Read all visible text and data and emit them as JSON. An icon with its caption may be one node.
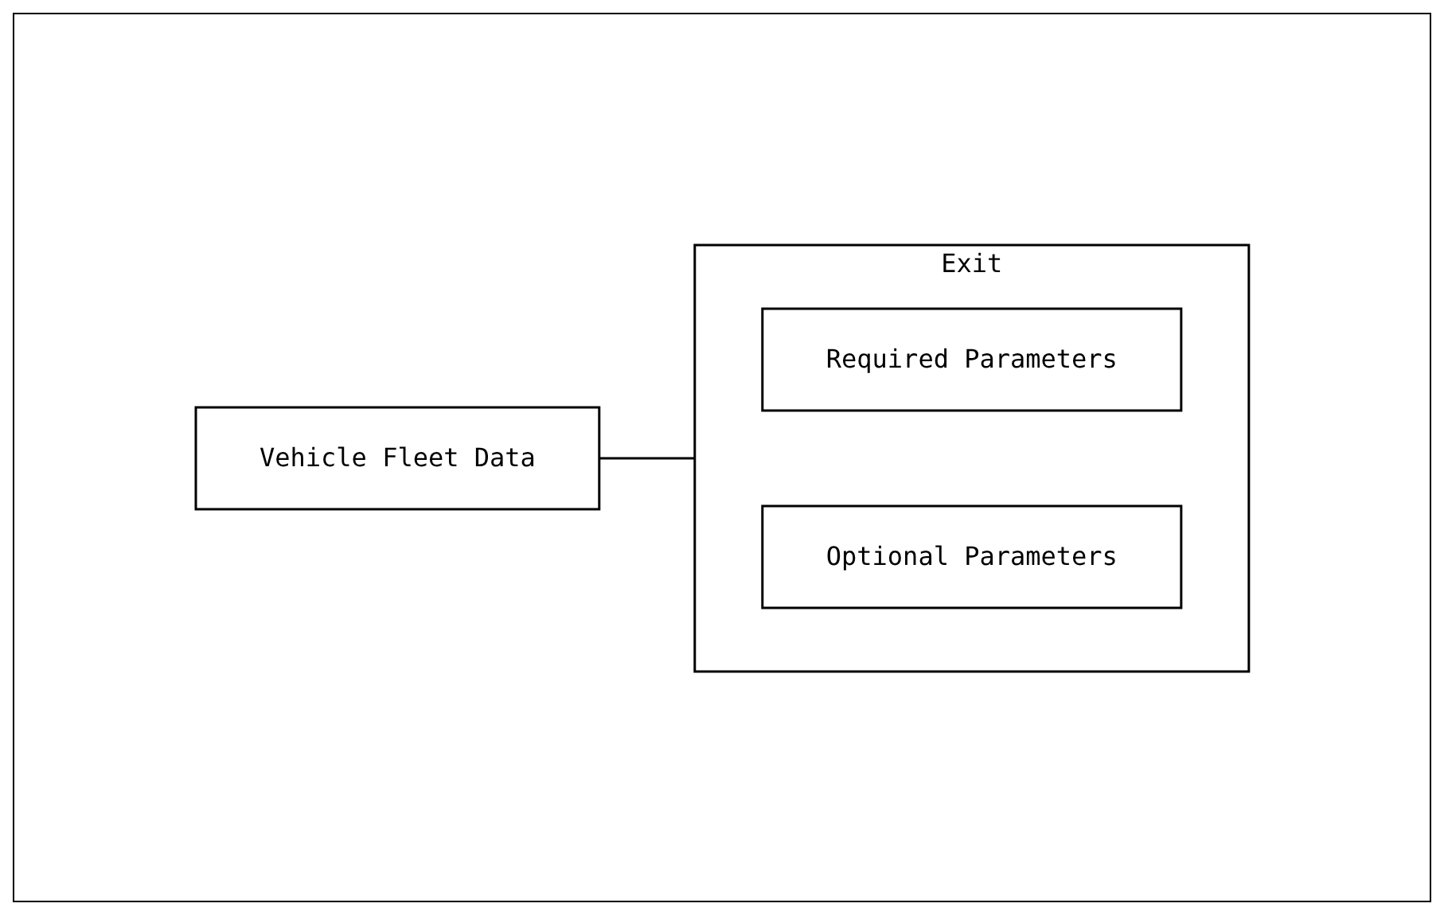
{
  "diagram": {
    "nodes": [
      {
        "text": [
          "Vehicle Fleet Data"
        ]
      },
      {
        "text": [
          "Exit"
        ]
      },
      {
        "text": [
          "Required Parameters"
        ],
        "in": 1
      },
      {
        "text": [
          "Optional Parameters"
        ],
        "in": 1
      }
    ],
    "edges": [
      {
        "from": 0,
        "to": 1,
        "arrow": "none"
      }
    ]
  }
}
